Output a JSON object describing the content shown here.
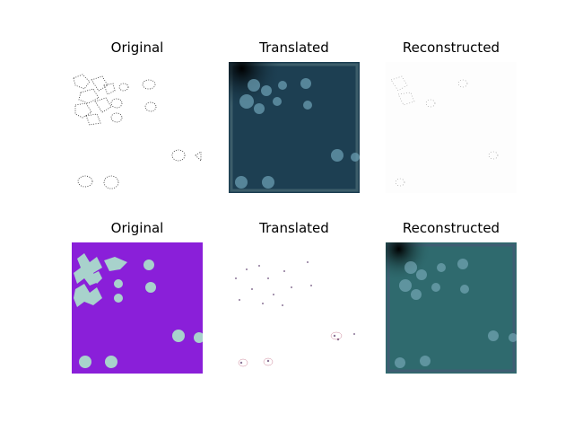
{
  "grid": {
    "rows": [
      {
        "cells": [
          {
            "title": "Original"
          },
          {
            "title": "Translated"
          },
          {
            "title": "Reconstructed"
          }
        ]
      },
      {
        "cells": [
          {
            "title": "Original"
          },
          {
            "title": "Translated"
          },
          {
            "title": "Reconstructed"
          }
        ]
      }
    ]
  },
  "colors": {
    "purple_fabric": "#8a1fd9",
    "motif_light": "#a8d2cc",
    "teal_dark": "#1d3f52",
    "teal_green": "#2f6a6e",
    "sketch_ink": "#333333"
  }
}
